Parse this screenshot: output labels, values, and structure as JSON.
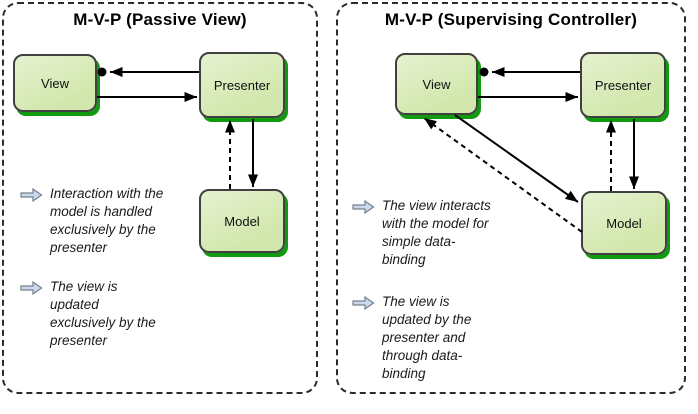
{
  "colors": {
    "node_fill": "#d2e7ad",
    "node_fill_light": "#e6f2d0",
    "node_border": "#404040",
    "node_shadow_green": "#0f9a0f",
    "panel_dashed_border": "#2b2b2b",
    "arrow": "#000000",
    "note_arrow_fill": "#ccd9ea",
    "note_arrow_stroke": "#71808f",
    "text": "#1a1a1a"
  },
  "panels": [
    {
      "title": "M-V-P (Passive View)",
      "boxes": {
        "view": "View",
        "presenter": "Presenter",
        "model": "Model"
      },
      "notes": [
        "Interaction with the\nmodel is handled\nexclusively by the\npresenter",
        "The view is\nupdated\nexclusively by the\npresenter"
      ]
    },
    {
      "title": "M-V-P (Supervising Controller)",
      "boxes": {
        "view": "View",
        "presenter": "Presenter",
        "model": "Model"
      },
      "notes": [
        "The view interacts\nwith the model for\nsimple data-\nbinding",
        "The view is\nupdated by the\npresenter and\nthrough data-\nbinding"
      ]
    }
  ]
}
